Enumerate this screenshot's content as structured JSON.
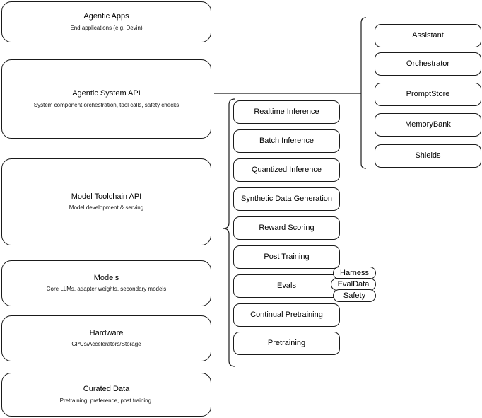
{
  "diagram": {
    "title": "Agentic AI stack layers",
    "stroke_color": "#1a1a1a",
    "background_color": "#ffffff",
    "layers": [
      {
        "id": "agentic-apps",
        "title": "Agentic Apps",
        "subtitle": "End applications (e.g. Devin)"
      },
      {
        "id": "agentic-system-api",
        "title": "Agentic System API",
        "subtitle": "System component orchestration, tool calls, safety checks"
      },
      {
        "id": "model-toolchain-api",
        "title": "Model Toolchain API",
        "subtitle": "Model development & serving"
      },
      {
        "id": "models",
        "title": "Models",
        "subtitle": "Core LLMs, adapter weights, secondary models"
      },
      {
        "id": "hardware",
        "title": "Hardware",
        "subtitle": "GPUs/Accelerators/Storage"
      },
      {
        "id": "curated-data",
        "title": "Curated Data",
        "subtitle": "Pretraining, preference, post training."
      }
    ],
    "system_components": [
      {
        "id": "assistant",
        "label": "Assistant"
      },
      {
        "id": "orchestrator",
        "label": "Orchestrator"
      },
      {
        "id": "promptstore",
        "label": "PromptStore"
      },
      {
        "id": "memorybank",
        "label": "MemoryBank"
      },
      {
        "id": "shields",
        "label": "Shields"
      }
    ],
    "toolchain_components": [
      {
        "id": "realtime-inference",
        "label": "Realtime Inference"
      },
      {
        "id": "batch-inference",
        "label": "Batch Inference"
      },
      {
        "id": "quantized-inference",
        "label": "Quantized Inference"
      },
      {
        "id": "synthetic-data-generation",
        "label": "Synthetic Data Generation"
      },
      {
        "id": "reward-scoring",
        "label": "Reward Scoring"
      },
      {
        "id": "post-training",
        "label": "Post Training"
      },
      {
        "id": "evals",
        "label": "Evals"
      },
      {
        "id": "continual-pretraining",
        "label": "Continual Pretraining"
      },
      {
        "id": "pretraining",
        "label": "Pretraining"
      }
    ],
    "evals_badges": [
      {
        "id": "harness",
        "label": "Harness"
      },
      {
        "id": "evaldata",
        "label": "EvalData"
      },
      {
        "id": "safety",
        "label": "Safety"
      }
    ]
  }
}
